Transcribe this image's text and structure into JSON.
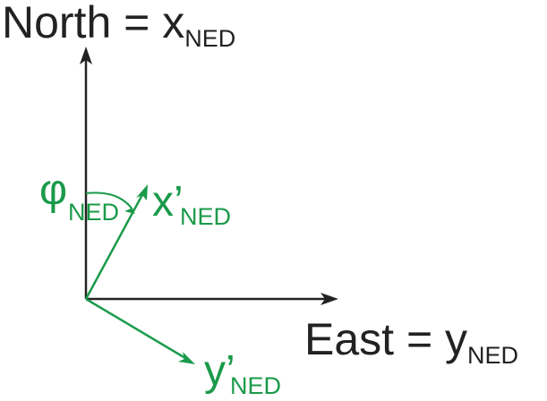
{
  "labels": {
    "north": {
      "main": "North = x",
      "sub": "NED"
    },
    "east": {
      "main": "East = y",
      "sub": "NED"
    },
    "x_prime": {
      "main": "x’",
      "sub": "NED"
    },
    "y_prime": {
      "main": "y’",
      "sub": "NED"
    },
    "phi": {
      "main": "φ",
      "sub": "NED"
    }
  },
  "colors": {
    "axis": "#222222",
    "rotated": "#1a9a4a"
  }
}
